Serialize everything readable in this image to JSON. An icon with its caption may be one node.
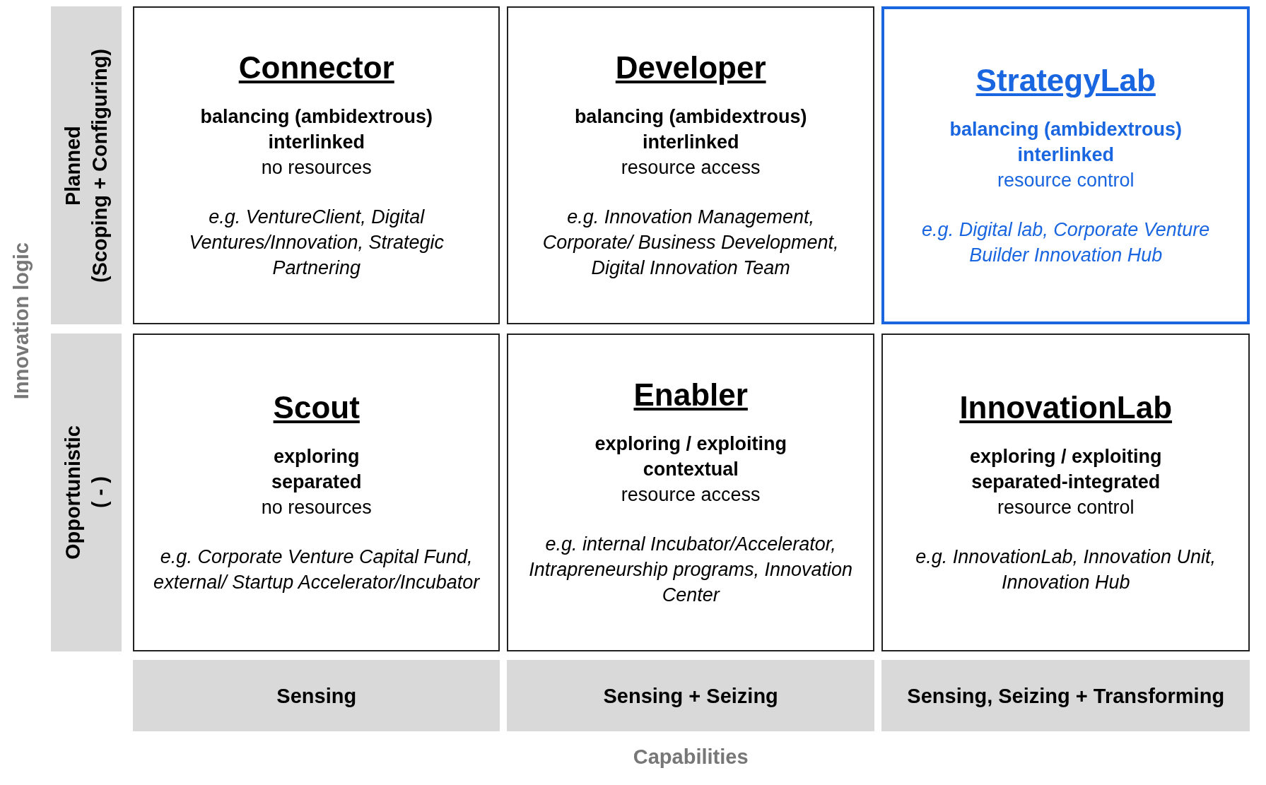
{
  "diagram": {
    "nodes": [
      {
        "text": [
          "Planned",
          "(Scoping + Configuring)"
        ]
      },
      {
        "text": [
          "Connector",
          "balancing (ambidextrous)",
          "interlinked",
          "no resources",
          "e.g. VentureClient, Digital Ventures/Innovation, Strategic Partnering"
        ]
      },
      {
        "text": [
          "Developer",
          "balancing (ambidextrous)",
          "interlinked",
          "resource access",
          "e.g. Innovation Management, Corporate/ Business Development, Digital Innovation Team"
        ]
      },
      {
        "text": [
          "StrategyLab",
          "balancing (ambidextrous)",
          "interlinked",
          "resource control",
          "e.g. Digital lab, Corporate Venture Builder Innovation Hub"
        ]
      },
      {
        "text": [
          "Opportunistic",
          "( - )"
        ]
      },
      {
        "text": [
          "Scout",
          "exploring",
          "separated",
          "no resources",
          "e.g. Corporate Venture Capital Fund, external/ Startup Accelerator/Incubator"
        ]
      },
      {
        "text": [
          "Enabler",
          "exploring / exploiting",
          "contextual",
          "resource access",
          "e.g. internal Incubator/Accelerator, Intrapreneurship programs, Innovation Center"
        ]
      },
      {
        "text": [
          "InnovationLab",
          "exploring / exploiting",
          "separated-integrated",
          "resource control",
          "e.g. InnovationLab, Innovation Unit, Innovation Hub"
        ]
      },
      {
        "text": [
          "Sensing"
        ]
      },
      {
        "text": [
          "Sensing + Seizing"
        ]
      },
      {
        "text": [
          "Sensing, Seizing + Transforming"
        ]
      }
    ],
    "labels": [
      "Innovation logic",
      "Capabilities"
    ]
  }
}
